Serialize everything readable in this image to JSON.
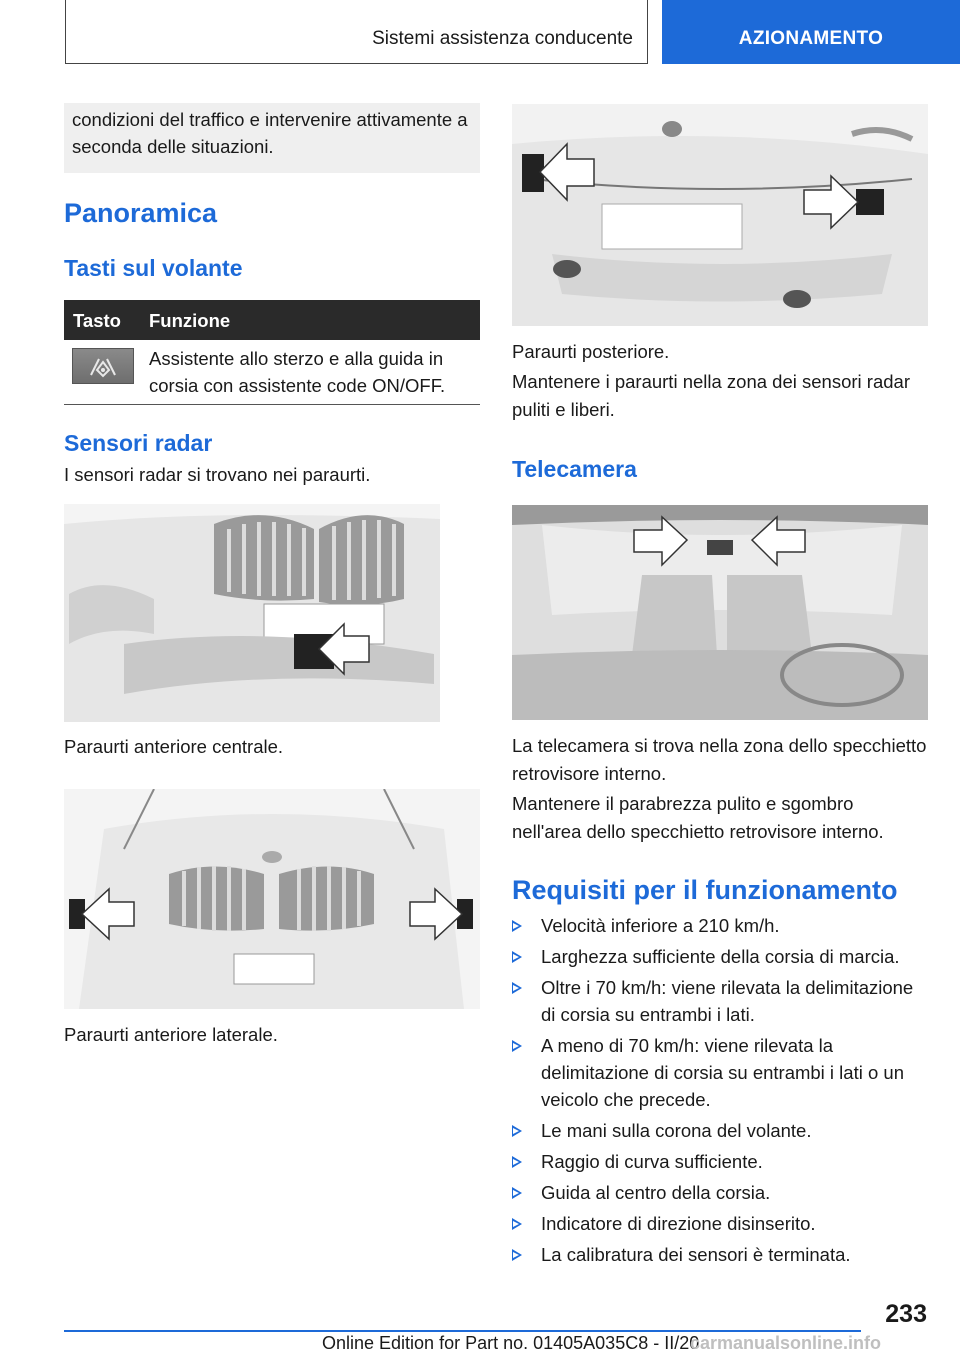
{
  "header": {
    "section": "Sistemi assistenza conducente",
    "chapter": "AZIONAMENTO",
    "accent_color": "#1d6ad8"
  },
  "note": {
    "text": "condizioni del traffico e intervenire attivamente a seconda delle situazioni."
  },
  "overview": {
    "title": "Panoramica",
    "buttons_title": "Tasti sul volante",
    "table": {
      "headers": [
        "Tasto",
        "Funzione"
      ],
      "rows": [
        {
          "icon": "steering-assist-icon",
          "function": "Assistente allo sterzo e alla guida in corsia con assistente code ON/OFF."
        }
      ]
    }
  },
  "radar": {
    "title": "Sensori radar",
    "intro": "I sensori radar si trovano nei paraurti.",
    "captions": {
      "front_center": "Paraurti anteriore centrale.",
      "front_side": "Paraurti anteriore laterale.",
      "rear": "Paraurti posteriore."
    },
    "keep_clean": "Mantenere i paraurti nella zona dei sensori radar puliti e liberi."
  },
  "camera": {
    "title": "Telecamera",
    "location": "La telecamera si trova nella zona dello specchietto retrovisore interno.",
    "keep_clean": "Mantenere il parabrezza pulito e sgombro nell'area dello specchietto retrovisore interno."
  },
  "requirements": {
    "title": "Requisiti per il funzionamento",
    "items": [
      "Velocità inferiore a 210 km/h.",
      "Larghezza sufficiente della corsia di marcia.",
      "Oltre i 70 km/h: viene rilevata la delimitazione di corsia su entrambi i lati.",
      "A meno di 70 km/h: viene rilevata la delimitazione di corsia su entrambi i lati o un veicolo che precede.",
      "Le mani sulla corona del volante.",
      "Raggio di curva sufficiente.",
      "Guida al centro della corsia.",
      "Indicatore di direzione disinserito.",
      "La calibratura dei sensori è terminata."
    ]
  },
  "footer": {
    "page_number": "233",
    "edition": "Online Edition for Part no. 01405A035C8 - II/20",
    "watermark": "carmanualsonline.info"
  }
}
